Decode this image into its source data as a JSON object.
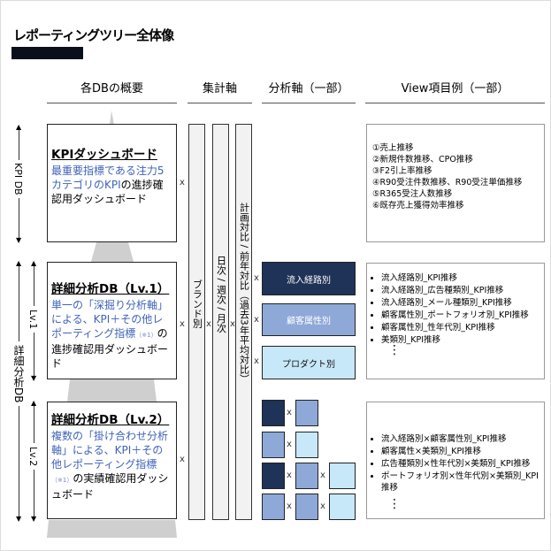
{
  "title": "レポーティングツリー全体像",
  "headers": [
    "各DBの概要",
    "集計軸",
    "分析軸（一部）",
    "View項目例（一部）"
  ],
  "side_labels": {
    "kpi_db": "KPI DB",
    "detail_db": "詳細分析DB",
    "lv1": "Lv.1",
    "lv2": "Lv.2"
  },
  "cross": "x",
  "kpi_box": {
    "heading": "KPIダッシュボード",
    "blue_text": "最重要指標である注力5カテゴリのKPI",
    "black_text": "の進捗確認用ダッシュボード"
  },
  "lv1_box": {
    "heading": "詳細分析DB（Lv.1）",
    "blue_text": "単一の「深掘り分析軸」による、KPI＋その他レポーティング指標",
    "note": "（※1）",
    "black_text": "の進捗確認用ダッシュボード"
  },
  "lv2_box": {
    "heading": "詳細分析DB（Lv.2）",
    "blue_text": "複数の「掛け合わせ分析軸」による、KPI＋その他レポーティング指標",
    "note": "（※1）",
    "black_text": "の実績確認用ダッシュボード"
  },
  "aggregation_axes": [
    "ブランド別",
    "日次 / 週次 / 月次",
    "計画対比 / 前年対比（過去3年平均対比）"
  ],
  "analysis_axes": [
    "流入経路別",
    "顧客属性別",
    "プロダクト別"
  ],
  "colors": {
    "dark": "#1f3257",
    "mid": "#8ea9d8",
    "light": "#c7e8f8",
    "blue_text": "#3f63b8"
  },
  "views": {
    "kpi": [
      "①売上推移",
      "②新規件数推移、CPO推移",
      "③F2引上率推移",
      "④R90受注件数推移、R90受注単価推移",
      "⑤R365受注人数推移",
      "⑥既存売上獲得効率推移"
    ],
    "lv1": [
      "流入経路別_KPI推移",
      "流入経路別_広告種類別_KPI推移",
      "流入経路別_メール種類別_KPI推移",
      "顧客属性別_ポートフォリオ別_KPI推移",
      "顧客属性別_性年代別_KPI推移",
      "美類別_KPI推移"
    ],
    "lv2": [
      "流入経路別×顧客属性別_KPI推移",
      "顧客属性×美類別_KPI推移",
      "広告種類別×性年代別×美類別_KPI推移",
      "ポートフォリオ別×性年代別×美類別_KPI推移"
    ],
    "ellipsis": "⋮"
  }
}
